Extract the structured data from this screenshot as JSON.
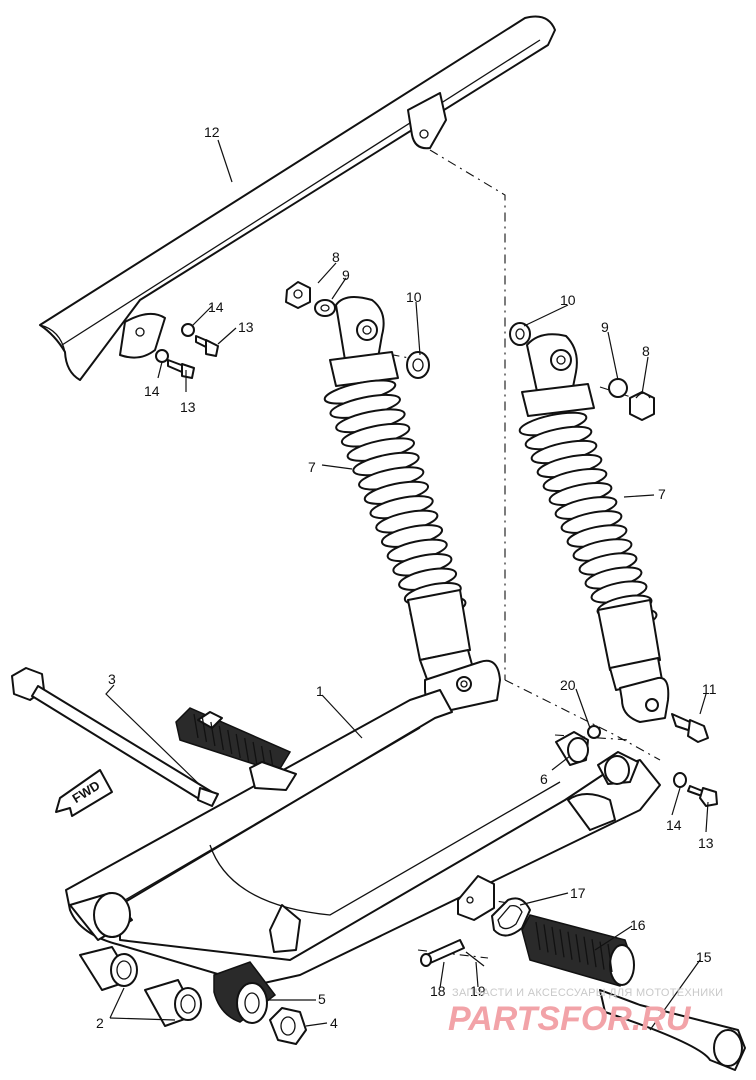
{
  "callouts": {
    "c1": "1",
    "c2": "2",
    "c3": "3",
    "c4": "4",
    "c5": "5",
    "c6": "6",
    "c7a": "7",
    "c7b": "7",
    "c8a": "8",
    "c8b": "8",
    "c9a": "9",
    "c9b": "9",
    "c10a": "10",
    "c10b": "10",
    "c11": "11",
    "c12": "12",
    "c13a": "13",
    "c13b": "13",
    "c13c": "13",
    "c14a": "14",
    "c14b": "14",
    "c14c": "14",
    "c15": "15",
    "c16": "16",
    "c17": "17",
    "c18": "18",
    "c19": "19",
    "c20": "20"
  },
  "fwd_label": "FWD",
  "watermark": {
    "caption": "ЗАПЧАСТИ И АКСЕССУАРЫ ДЛЯ МОТОТЕХНИКИ",
    "brand": "PARTSFOR.RU"
  }
}
